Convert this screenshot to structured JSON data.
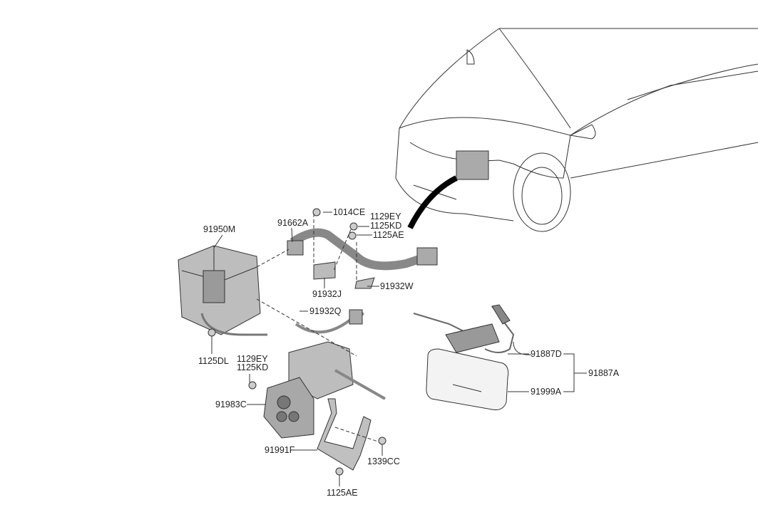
{
  "callouts": {
    "p1014CE": "1014CE",
    "p1129EY_top": "1129EY",
    "p1125KD_top": "1125KD",
    "p1125AE_top": "1125AE",
    "p91950M": "91950M",
    "p91662A": "91662A",
    "p91932J": "91932J",
    "p91932W": "91932W",
    "p91932Q": "91932Q",
    "p1125DL": "1125DL",
    "p1129EY_mid": "1129EY",
    "p1125KD_mid": "1125KD",
    "p91983C": "91983C",
    "p91991F": "91991F",
    "p1339CC": "1339CC",
    "p1125AE_bottom": "1125AE",
    "p91887D": "91887D",
    "p91887A": "91887A",
    "p91999A": "91999A"
  },
  "colors": {
    "line": "#333333",
    "part_fill": "#c8c8c8",
    "part_dark": "#8a8a8a"
  }
}
